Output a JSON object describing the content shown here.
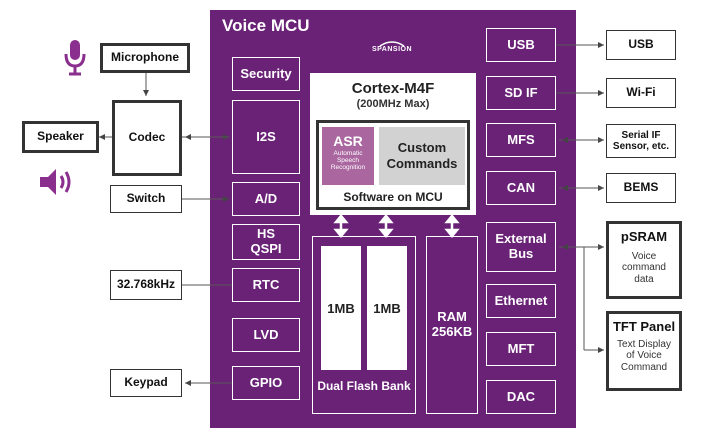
{
  "mcu": {
    "title": "Voice MCU",
    "logo": "SPANSION"
  },
  "core": {
    "title": "Cortex-M4F",
    "subtitle": "(200MHz Max)",
    "asr": {
      "title": "ASR",
      "sub": "Automatic Speech Recognition"
    },
    "custom": "Custom Commands",
    "software_label": "Software on MCU"
  },
  "left_blocks": [
    "Security",
    "I2S",
    "A/D",
    "HS QSPI",
    "RTC",
    "LVD",
    "GPIO"
  ],
  "flash": {
    "cell1": "1MB",
    "cell2": "1MB",
    "label": "Dual Flash Bank"
  },
  "ram": "RAM 256KB",
  "right_blocks": [
    "USB",
    "SD IF",
    "MFS",
    "CAN",
    "External Bus",
    "Ethernet",
    "MFT",
    "DAC"
  ],
  "external": {
    "microphone": "Microphone",
    "codec": "Codec",
    "speaker": "Speaker",
    "switch": "Switch",
    "crystal": "32.768kHz",
    "keypad": "Keypad",
    "usb": "USB",
    "wifi": "Wi-Fi",
    "serial": "Serial IF Sensor, etc.",
    "bems": "BEMS",
    "psram": {
      "title": "pSRAM",
      "desc": "Voice command data"
    },
    "tft": {
      "title": "TFT Panel",
      "desc": "Text Display of Voice Command"
    }
  },
  "colors": {
    "mcu_purple": "#6a2277",
    "asr_pink": "#a9669f",
    "custom_gray": "#d2d2d2"
  }
}
